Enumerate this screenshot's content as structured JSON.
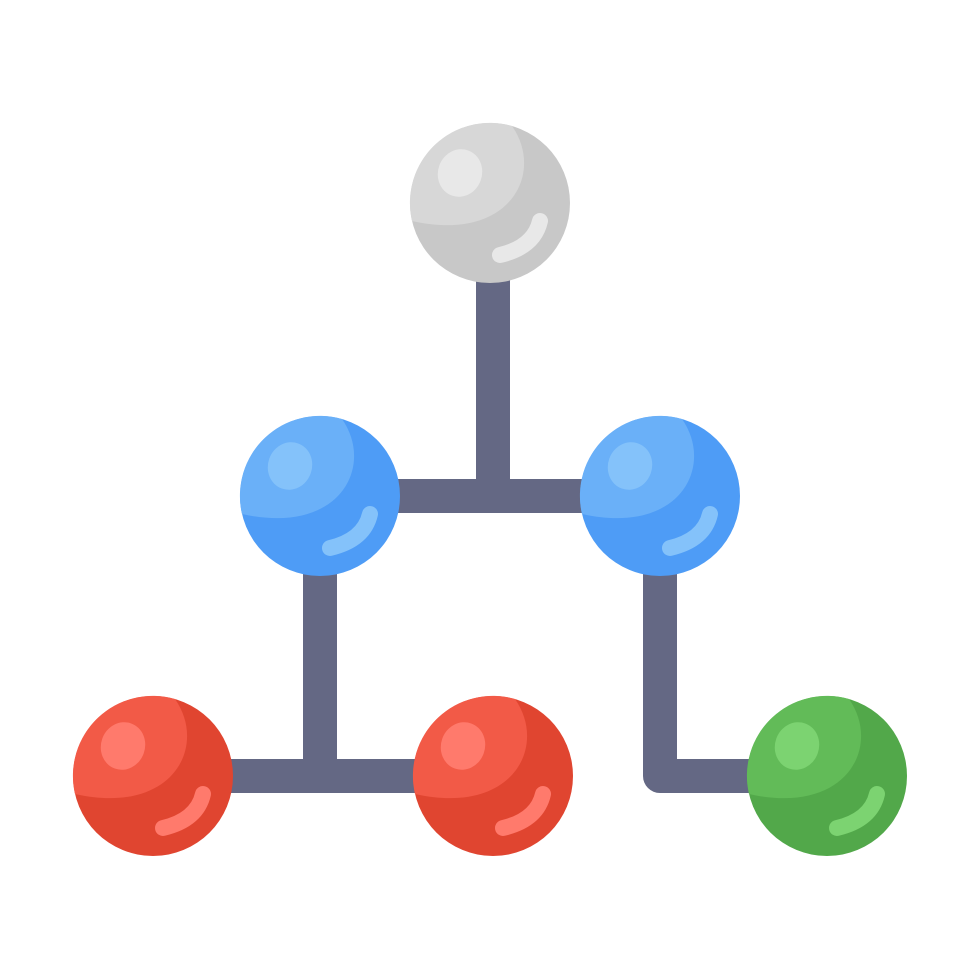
{
  "diagram": {
    "type": "hierarchy-network-icon",
    "connector_color": "#646884",
    "nodes": [
      {
        "id": "root",
        "level": 0,
        "colors": {
          "base": "#C8C8C8",
          "shade": "#D7D7D7",
          "highlight": "#E8E8E8"
        }
      },
      {
        "id": "mid-left",
        "level": 1,
        "colors": {
          "base": "#4E9CF6",
          "shade": "#6AB0F8",
          "highlight": "#84C2FA"
        }
      },
      {
        "id": "mid-right",
        "level": 1,
        "colors": {
          "base": "#4E9CF6",
          "shade": "#6AB0F8",
          "highlight": "#84C2FA"
        }
      },
      {
        "id": "leaf-left",
        "level": 2,
        "colors": {
          "base": "#E04530",
          "shade": "#F25A47",
          "highlight": "#FF7A6C"
        }
      },
      {
        "id": "leaf-center",
        "level": 2,
        "colors": {
          "base": "#E04530",
          "shade": "#F25A47",
          "highlight": "#FF7A6C"
        }
      },
      {
        "id": "leaf-right",
        "level": 2,
        "colors": {
          "base": "#52A84A",
          "shade": "#62BB58",
          "highlight": "#7CD371"
        }
      }
    ],
    "edges": [
      {
        "from": "root",
        "to": "mid-left"
      },
      {
        "from": "root",
        "to": "mid-right"
      },
      {
        "from": "mid-left",
        "to": "leaf-left"
      },
      {
        "from": "mid-left",
        "to": "leaf-center"
      },
      {
        "from": "mid-right",
        "to": "leaf-right"
      }
    ]
  }
}
